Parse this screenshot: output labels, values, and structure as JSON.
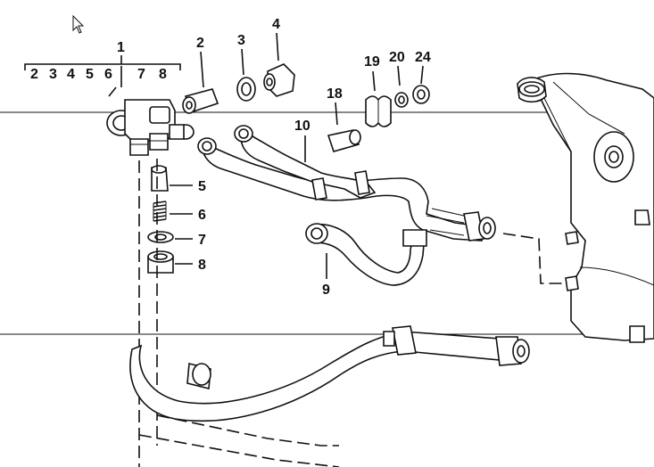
{
  "callouts": {
    "c1": "1",
    "c2": "2",
    "c3": "3",
    "c4": "4",
    "c5": "5",
    "c6": "6",
    "c7": "7",
    "c8": "8",
    "c9": "9",
    "c10": "10",
    "c18": "18",
    "c19": "19",
    "c20": "20",
    "c24": "24"
  },
  "bracket_items": [
    "2",
    "3",
    "4",
    "5",
    "6",
    "7",
    "8"
  ]
}
